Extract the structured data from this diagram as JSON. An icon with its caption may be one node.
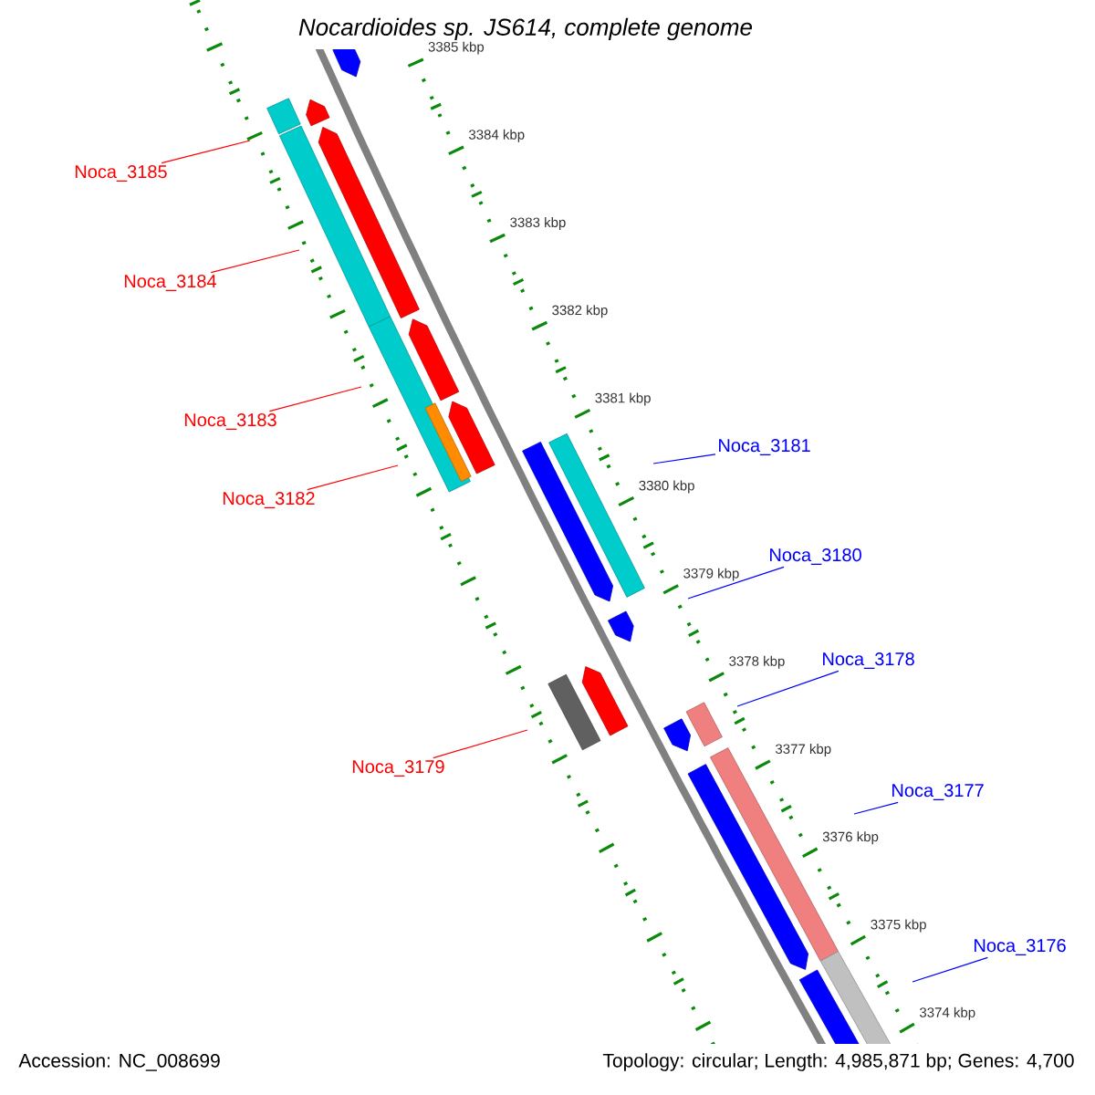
{
  "diagram": {
    "title": "Nocardioides sp. JS614, complete genome",
    "nodes": [
      {
        "text": [
          "Noca_3185"
        ]
      },
      {
        "text": [
          "Noca_3184"
        ]
      },
      {
        "text": [
          "Noca_3183"
        ]
      },
      {
        "text": [
          "Noca_3181"
        ]
      },
      {
        "text": [
          "Noca_3182"
        ]
      },
      {
        "text": [
          "Noca_3180"
        ]
      },
      {
        "text": [
          "Noca_3178"
        ]
      },
      {
        "text": [
          "Noca_3179"
        ]
      },
      {
        "text": [
          "Noca_3177"
        ]
      },
      {
        "text": [
          "Noca_3176"
        ]
      }
    ],
    "edges": [
      {
        "from": 0,
        "to": null,
        "arrow": "none",
        "color": "#ff0000"
      },
      {
        "from": 1,
        "to": null,
        "arrow": "none",
        "color": "#ff0000"
      },
      {
        "from": 2,
        "to": null,
        "arrow": "none",
        "color": "#ff0000"
      },
      {
        "from": 3,
        "to": null,
        "arrow": "none",
        "color": "#0000ff"
      },
      {
        "from": 4,
        "to": null,
        "arrow": "none",
        "color": "#ff0000"
      },
      {
        "from": 5,
        "to": null,
        "arrow": "none",
        "color": "#0000ff"
      },
      {
        "from": 6,
        "to": null,
        "arrow": "none",
        "color": "#0000ff"
      },
      {
        "from": 7,
        "to": null,
        "arrow": "none",
        "color": "#ff0000"
      },
      {
        "from": 8,
        "to": null,
        "arrow": "none",
        "color": "#0000ff"
      },
      {
        "from": 9,
        "to": null,
        "arrow": "none",
        "color": "#0000ff"
      }
    ],
    "labels": [
      "3385 kbp",
      "3384 kbp",
      "3383 kbp",
      "3382 kbp",
      "3381 kbp",
      "3380 kbp",
      "3379 kbp",
      "3378 kbp",
      "3377 kbp",
      "3376 kbp",
      "3375 kbp",
      "3374 kbp",
      "Accession: NC_008699",
      "Topology: circular; Length: 4,985,871 bp; Genes: 4,700"
    ]
  }
}
